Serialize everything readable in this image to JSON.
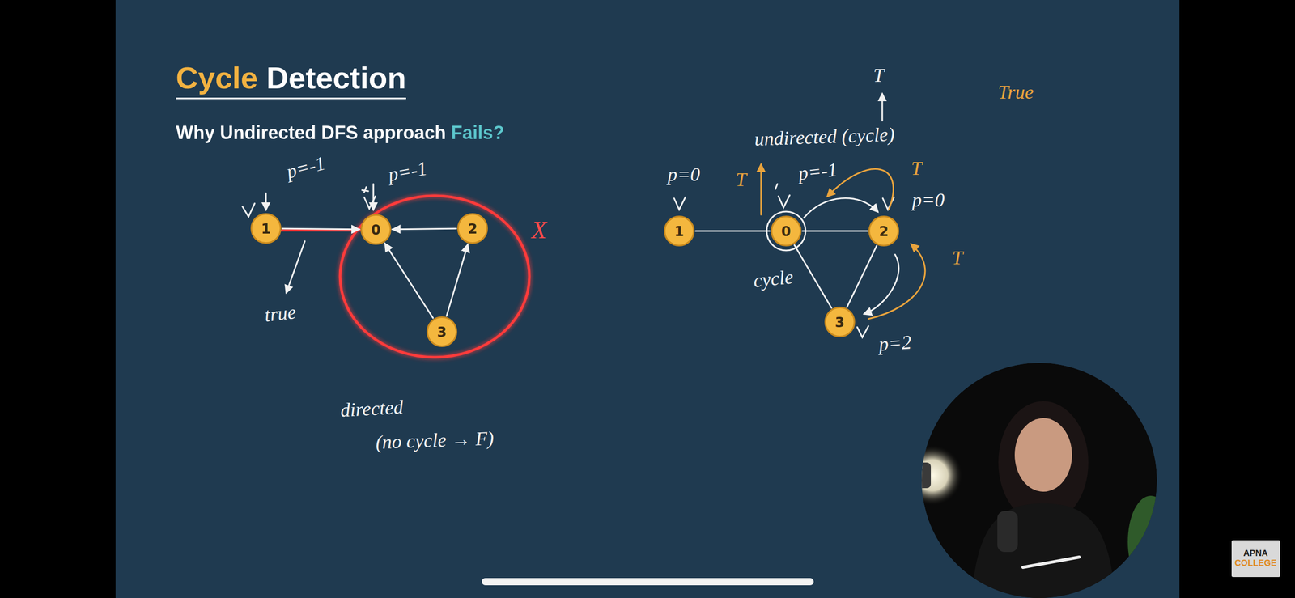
{
  "diagram": {
    "title": "Cycle Detection",
    "caption": "Why Undirected DFS approach Fails?",
    "nodes": [
      {
        "text": [
          "1"
        ]
      },
      {
        "text": [
          "0"
        ]
      },
      {
        "text": [
          "2"
        ]
      },
      {
        "text": [
          "3"
        ]
      },
      {
        "text": [
          "1"
        ]
      },
      {
        "text": [
          "0"
        ]
      },
      {
        "text": [
          "2"
        ]
      },
      {
        "text": [
          "3"
        ]
      },
      {
        "text": [
          "APNA",
          "COLLEGE"
        ]
      }
    ],
    "edges": [
      {
        "from": 0,
        "to": 1,
        "arrow": "to"
      },
      {
        "from": 2,
        "to": 1,
        "arrow": "to"
      },
      {
        "from": 3,
        "to": 1,
        "arrow": "to"
      },
      {
        "from": 3,
        "to": 2,
        "arrow": "to"
      },
      {
        "from": 4,
        "to": 5,
        "arrow": "none"
      },
      {
        "from": 5,
        "to": 6,
        "arrow": "none"
      },
      {
        "from": 5,
        "to": 7,
        "arrow": "none"
      },
      {
        "from": 6,
        "to": 7,
        "arrow": "none"
      }
    ],
    "labels": [
      "p=-1",
      "p=-1",
      "true",
      "X",
      "directed",
      "(no cycle → F)",
      "T",
      "undirected (cycle)",
      "True",
      "p=0",
      "T",
      "p=-1",
      "T",
      "p=0",
      "cycle",
      "T",
      "p=2"
    ]
  }
}
